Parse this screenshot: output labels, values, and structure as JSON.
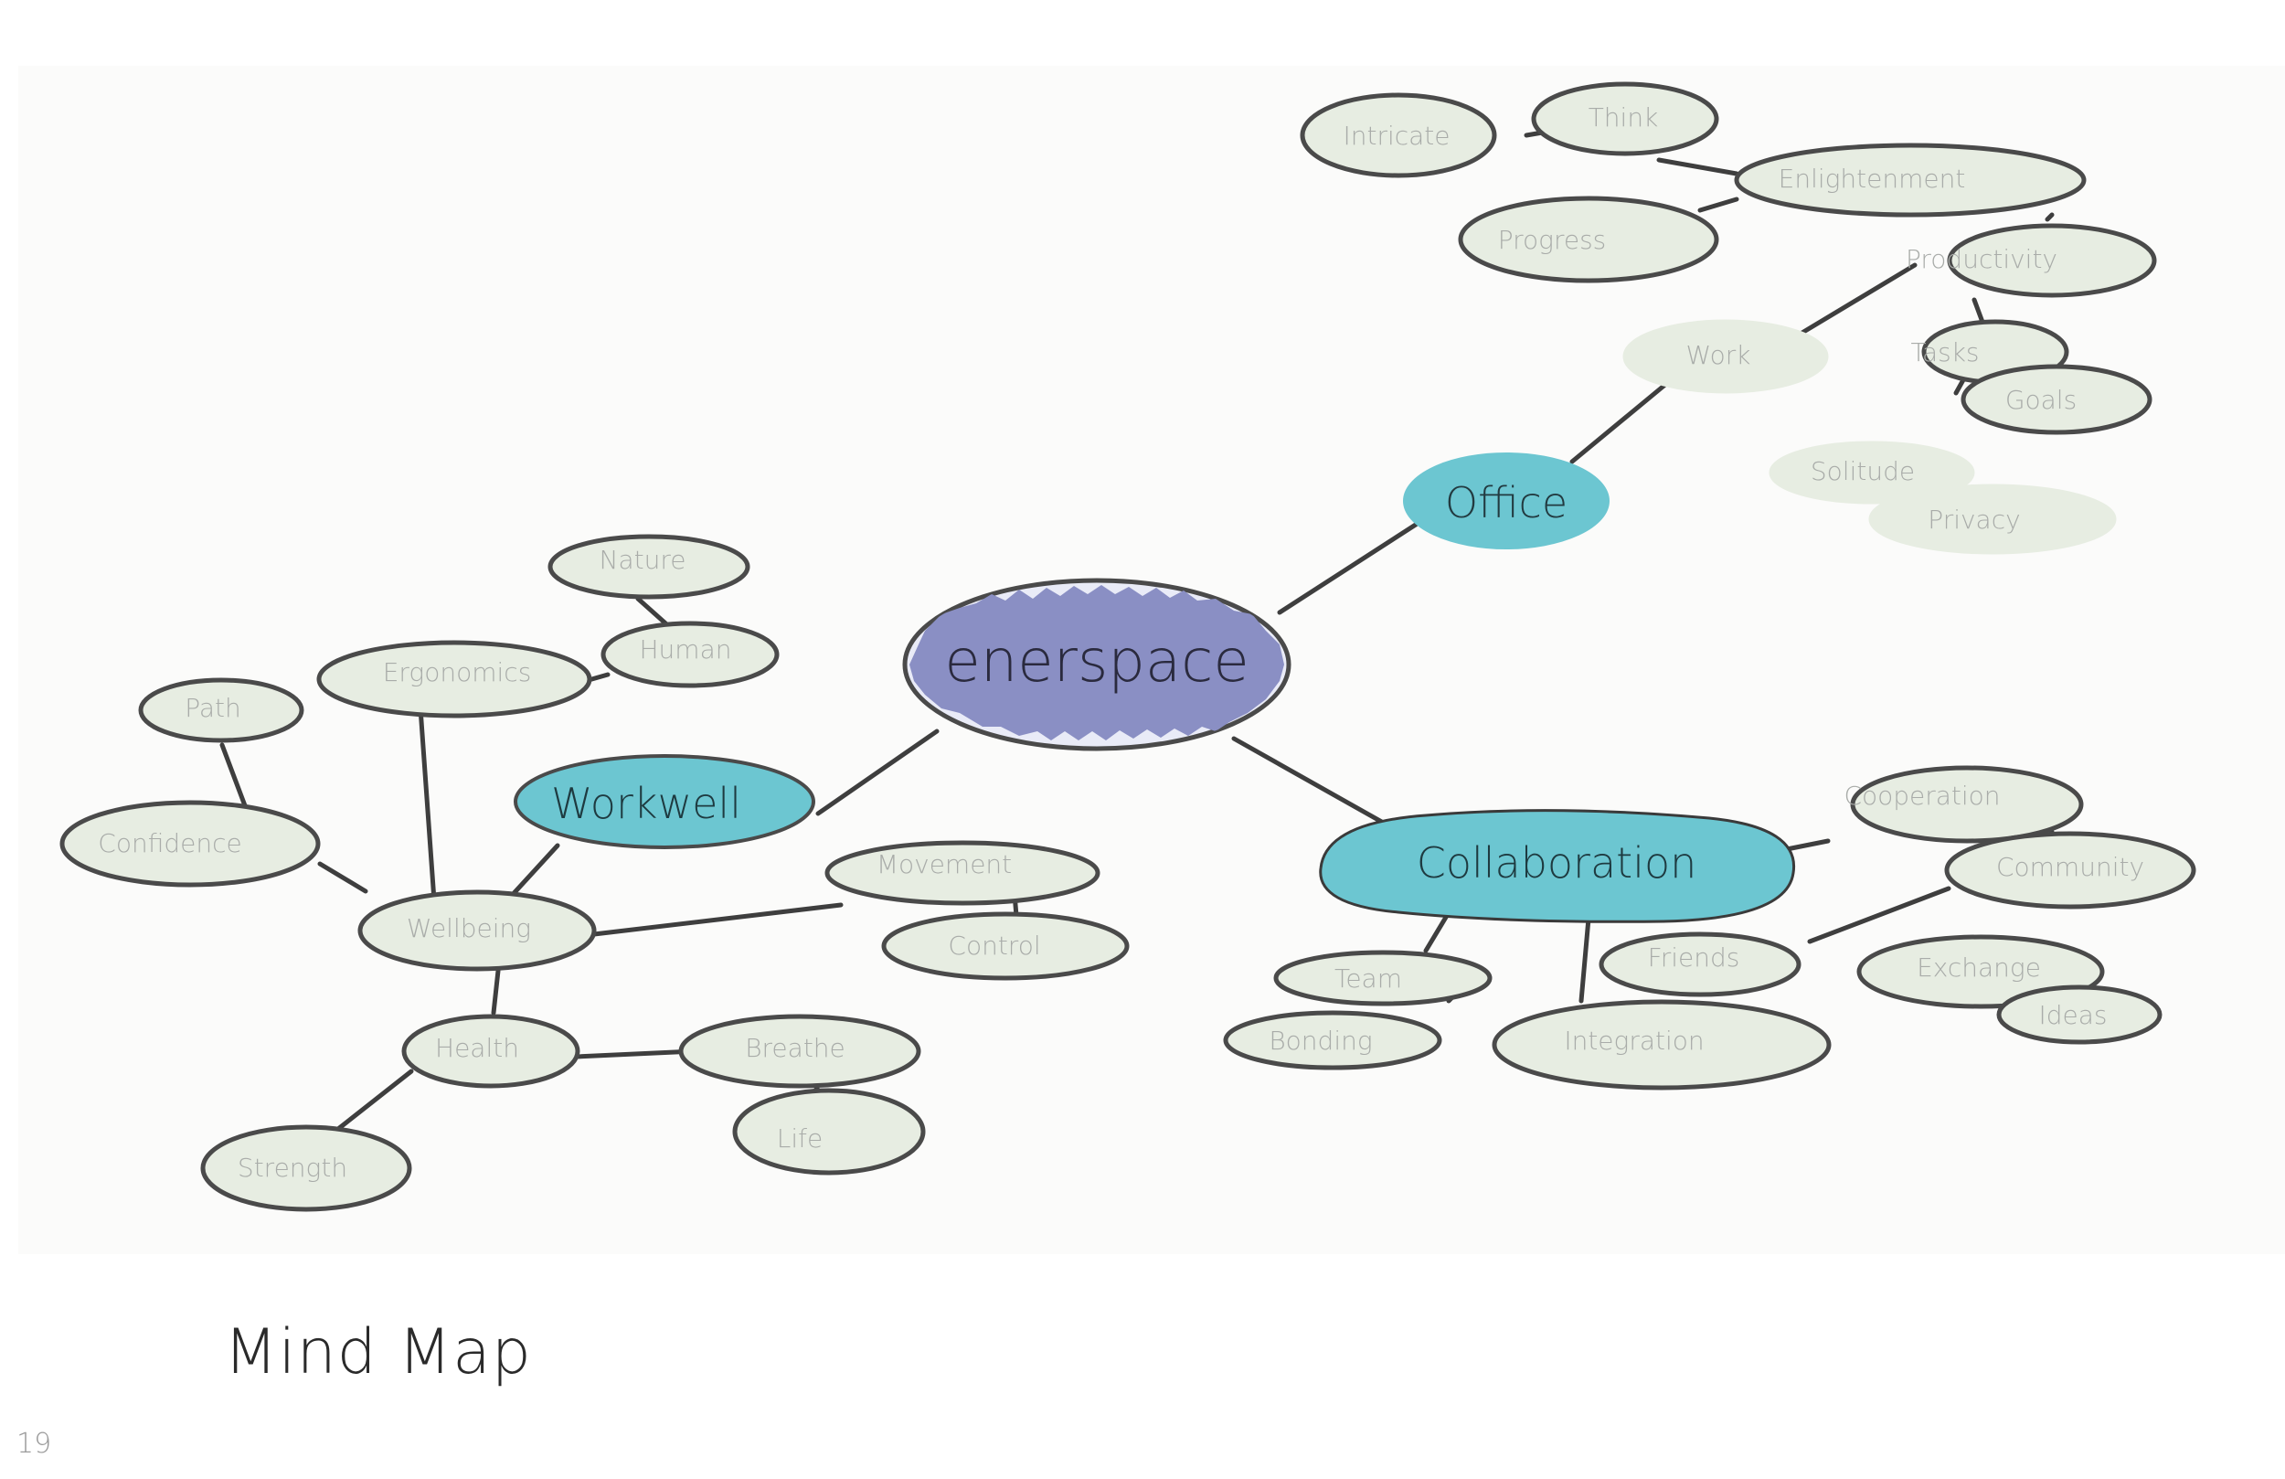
{
  "title": "Mind Map",
  "page_number": "19",
  "colors": {
    "center_fill": "#8a8fc4",
    "branch_fill": "#6cc6d1",
    "leaf_fill": "#e7ede2",
    "outline": "#4a4a4a"
  },
  "nodes": {
    "enerspace": "enerspace",
    "office": "Office",
    "workwell": "Workwell",
    "collaboration": "Collaboration",
    "intricate": "Intricate",
    "think": "Think",
    "enlightenment": "Enlightenment",
    "progress": "Progress",
    "productivity": "Productivity",
    "work": "Work",
    "tasks": "Tasks",
    "goals": "Goals",
    "solitude": "Solitude",
    "privacy": "Privacy",
    "nature": "Nature",
    "human": "Human",
    "ergonomics": "Ergonomics",
    "path": "Path",
    "confidence": "Confidence",
    "wellbeing": "Wellbeing",
    "movement": "Movement",
    "control": "Control",
    "health": "Health",
    "breathe": "Breathe",
    "life": "Life",
    "strength": "Strength",
    "cooperation": "Cooperation",
    "community": "Community",
    "team": "Team",
    "bonding": "Bonding",
    "friends": "Friends",
    "exchange": "Exchange",
    "ideas": "Ideas",
    "integration": "Integration"
  }
}
